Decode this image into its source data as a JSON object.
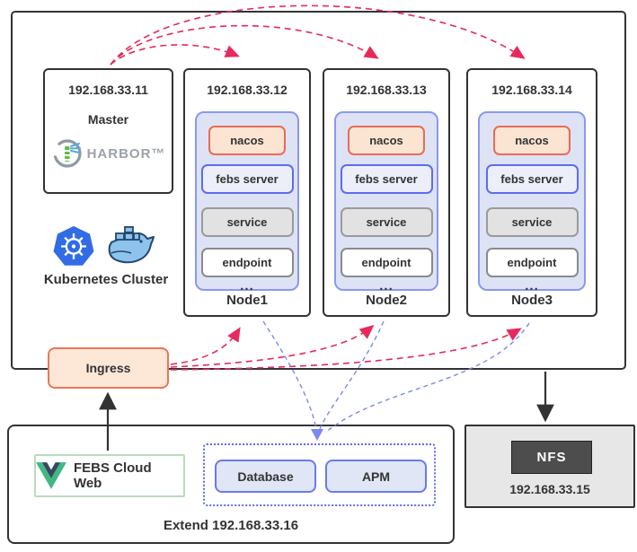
{
  "cluster": {
    "label": "Kubernetes Cluster",
    "master": {
      "ip": "192.168.33.11",
      "role": "Master",
      "registry": "HARBOR™"
    },
    "nodes": [
      {
        "ip": "192.168.33.12",
        "name": "Node1",
        "components": [
          "nacos",
          "febs server",
          "service",
          "endpoint"
        ],
        "ellipsis": "..."
      },
      {
        "ip": "192.168.33.13",
        "name": "Node2",
        "components": [
          "nacos",
          "febs server",
          "service",
          "endpoint"
        ],
        "ellipsis": "..."
      },
      {
        "ip": "192.168.33.14",
        "name": "Node3",
        "components": [
          "nacos",
          "febs server",
          "service",
          "endpoint"
        ],
        "ellipsis": "..."
      }
    ],
    "ingress": {
      "label": "Ingress"
    }
  },
  "extend": {
    "caption": "Extend 192.168.33.16",
    "web": {
      "label": "FEBS Cloud Web"
    },
    "services": [
      "Database",
      "APM"
    ]
  },
  "nfs": {
    "label": "NFS",
    "ip": "192.168.33.15"
  },
  "edges": [
    {
      "from": "Master",
      "to": "Node1",
      "style": "dashed",
      "color": "#e8295c"
    },
    {
      "from": "Master",
      "to": "Node2",
      "style": "dashed",
      "color": "#e8295c"
    },
    {
      "from": "Master",
      "to": "Node3",
      "style": "dashed",
      "color": "#e8295c"
    },
    {
      "from": "Ingress",
      "to": "Node1",
      "style": "dashed",
      "color": "#e8295c"
    },
    {
      "from": "Ingress",
      "to": "Node2",
      "style": "dashed",
      "color": "#e8295c"
    },
    {
      "from": "Ingress",
      "to": "Node3",
      "style": "dashed",
      "color": "#e8295c"
    },
    {
      "from": "Node1",
      "to": "Extend services",
      "style": "dashed",
      "color": "#7b89f0"
    },
    {
      "from": "Node2",
      "to": "Extend services",
      "style": "dashed",
      "color": "#7b89f0"
    },
    {
      "from": "Node3",
      "to": "Extend services",
      "style": "dashed",
      "color": "#7b89f0"
    },
    {
      "from": "FEBS Cloud Web",
      "to": "Ingress",
      "style": "solid",
      "color": "#333333"
    },
    {
      "from": "Kubernetes Cluster",
      "to": "NFS",
      "style": "solid",
      "color": "#333333"
    }
  ],
  "colors": {
    "arrow_red": "#e8295c",
    "arrow_blue": "#7b89f0",
    "arrow_black": "#333333",
    "nacos_bg": "#fbe5d2",
    "nacos_border": "#ec6a56",
    "panel_bg": "#dde3f5",
    "panel_border": "#8b97ef",
    "ingress_bg": "#fde7d6",
    "kubernetes_blue": "#326ce5",
    "docker_blue": "#6ea8dc",
    "vue_green": "#41b883",
    "vue_dark": "#35495e"
  }
}
